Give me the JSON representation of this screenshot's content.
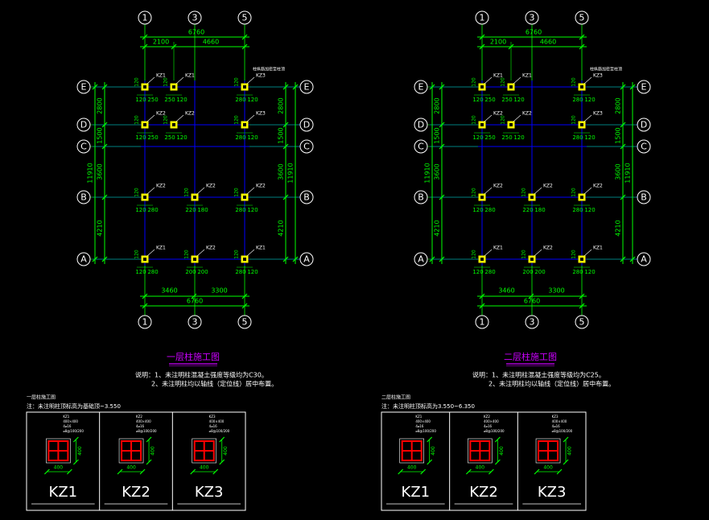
{
  "colors": {
    "background": "#000000",
    "dimension": "#00ff00",
    "axis": "#0000ff",
    "grid_bubble": "#ffffff",
    "column": "#ffff00",
    "title": "#cc00ff",
    "note": "#ffffff",
    "rebar": "#ff0000"
  },
  "panels": [
    {
      "title": "一层柱施工图",
      "notes": [
        "说明：1、未注明柱混凝土强度等级均为C30。",
        "2、未注明柱均以轴线（定位线）居中布置。"
      ],
      "table_heading": "一层柱施工图",
      "table_subheading": "注：未注明柱顶标高为基础顶~3.550"
    },
    {
      "title": "二层柱施工图",
      "notes": [
        "说明：1、未注明柱混凝土强度等级均为C25。",
        "2、未注明柱均以轴线（定位线）居中布置。"
      ],
      "table_heading": "二层柱施工图",
      "table_subheading": "注：未注明柱顶标高为3.550~6.350"
    }
  ],
  "grid": {
    "col_axes": [
      "1",
      "3",
      "5"
    ],
    "row_axes": [
      "E",
      "D",
      "C",
      "B",
      "A"
    ],
    "top_overall": "6760",
    "top_spans": [
      "2100",
      "4660"
    ],
    "bottom_spans": [
      "3460",
      "3300"
    ],
    "bottom_overall": "6760",
    "left_spans": [
      "2800",
      "1500",
      "3600",
      "4210"
    ],
    "left_total": "11910",
    "right_spans": [
      "2800",
      "1500",
      "3600",
      "4210"
    ],
    "right_total": "11910"
  },
  "column_labels": {
    "kz1": "KZ1",
    "kz2": "KZ2",
    "kz3": "KZ3",
    "kz": "KZ",
    "dim_120": "120",
    "dim_250": "250",
    "dim_280": "280",
    "dim_200": "200",
    "dim_220": "220",
    "dim_180": "180",
    "note_dense": "柱纵筋加密至柱顶"
  },
  "section_table": {
    "cells": [
      {
        "name": "KZ1",
        "size_w": "400",
        "size_h": "400",
        "info": [
          "KZ1",
          "400×400",
          "4⌀16",
          "⌀8@100/200"
        ]
      },
      {
        "name": "KZ2",
        "size_w": "400",
        "size_h": "400",
        "info": [
          "KZ2",
          "400×400",
          "4⌀16",
          "⌀8@100/200"
        ]
      },
      {
        "name": "KZ3",
        "size_w": "400",
        "size_h": "400",
        "info": [
          "KZ3",
          "400×400",
          "4⌀16",
          "⌀8@100/200"
        ]
      }
    ]
  }
}
